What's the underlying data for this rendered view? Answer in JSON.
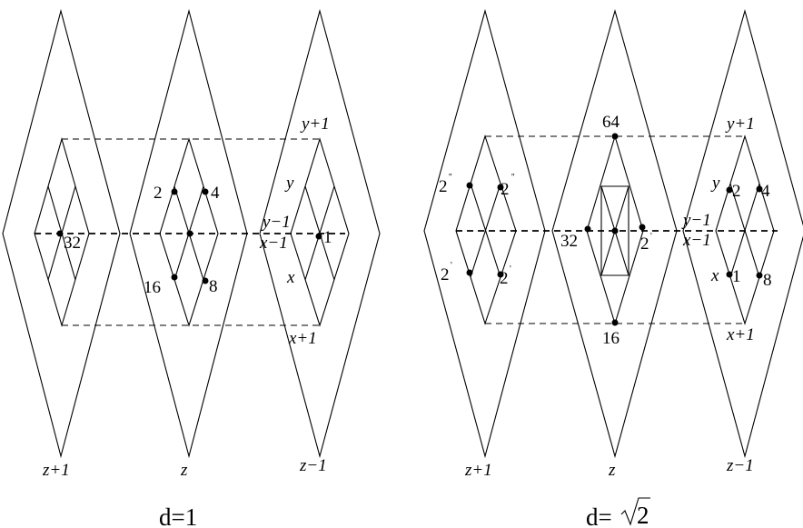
{
  "left": {
    "caption_var": "d",
    "caption_value": "=1",
    "bottom_labels": [
      "z+1",
      "z",
      "z−1"
    ],
    "axis_labels": {
      "y_plus": "y+1",
      "y": "y",
      "y_minus": "y−1",
      "x_minus": "x−1",
      "x": "x",
      "x_plus": "x+1"
    },
    "node_labels": [
      "32",
      "2",
      "4",
      "16",
      "8",
      "1"
    ]
  },
  "right": {
    "caption_var": "d",
    "caption_value": "=",
    "caption_radicand": "2",
    "bottom_labels": [
      "z+1",
      "z",
      "z−1"
    ],
    "axis_labels": {
      "y_plus": "y+1",
      "y": "y",
      "y_minus": "y−1",
      "x_minus": "x−1",
      "x": "x",
      "x_plus": "x+1"
    },
    "node_labels": [
      "64",
      "2",
      "2",
      "2",
      "2",
      "32",
      "2",
      "16",
      "2",
      "4",
      "1",
      "8"
    ],
    "superscripts": [
      "''",
      "''",
      "'",
      "'",
      "'"
    ]
  }
}
